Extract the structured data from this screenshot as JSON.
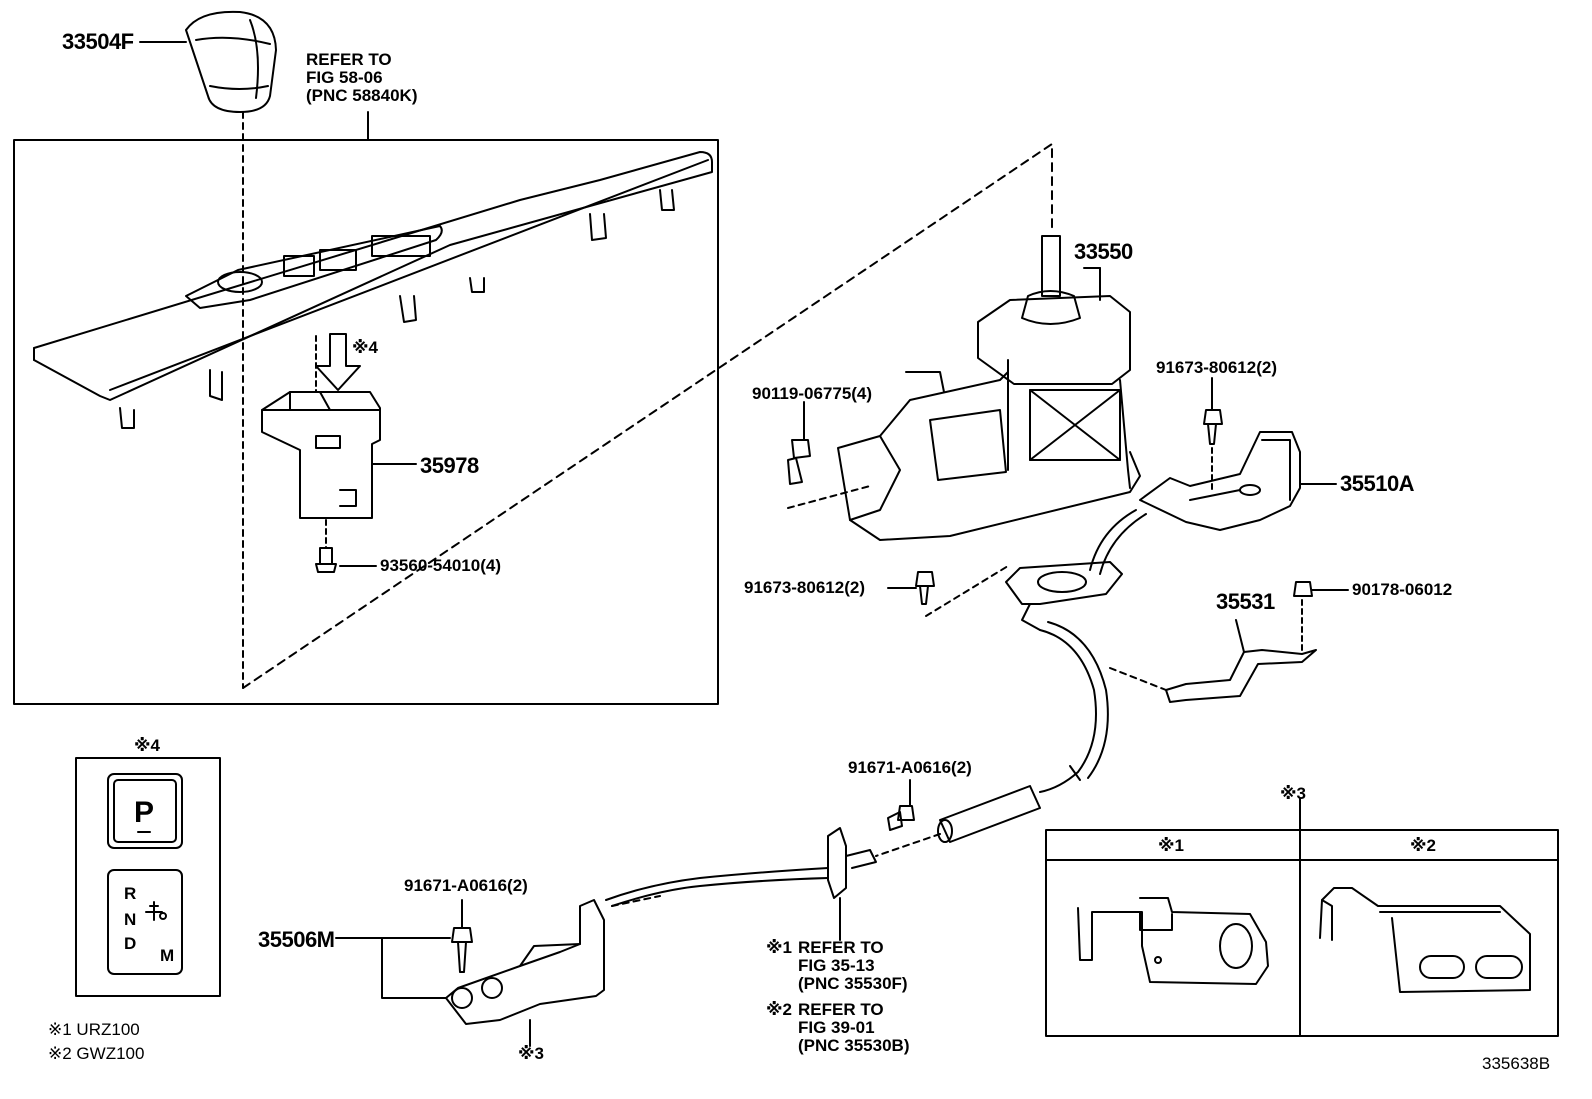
{
  "parts": {
    "p33504F": "33504F",
    "p33550": "33550",
    "p35978": "35978",
    "p35510A": "35510A",
    "p35531": "35531",
    "p35506M": "35506M",
    "p93560": "93560-54010(4)",
    "p90119": "90119-06775(4)",
    "p91673_upper": "91673-80612(2)",
    "p91673_lower": "91673-80612(2)",
    "p90178": "90178-06012",
    "p91671_upper": "91671-A0616(2)",
    "p91671_lower": "91671-A0616(2)"
  },
  "refs": {
    "knob_ref_line1": "REFER TO",
    "knob_ref_line2": "FIG 58-06",
    "knob_ref_line3": "(PNC 58840K)",
    "cable_ref1_mark": "※1",
    "cable_ref1_line1": "REFER TO",
    "cable_ref1_line2": "FIG 35-13",
    "cable_ref1_line3": "(PNC 35530F)",
    "cable_ref2_mark": "※2",
    "cable_ref2_line1": "REFER TO",
    "cable_ref2_line2": "FIG 39-01",
    "cable_ref2_line3": "(PNC 35530B)"
  },
  "marks": {
    "arrow_mark": "※4",
    "switch_box_mark": "※4",
    "bracket_mark": "※3",
    "detail_box_mark": "※3",
    "detail_col1": "※1",
    "detail_col2": "※2"
  },
  "switch_panel": {
    "p_label": "P",
    "r_label": "R",
    "n_label": "N",
    "d_label": "D",
    "m_label": "M"
  },
  "legend": {
    "item1": "※1 URZ100",
    "item2": "※2 GWZ100"
  },
  "figure_id": "335638B"
}
